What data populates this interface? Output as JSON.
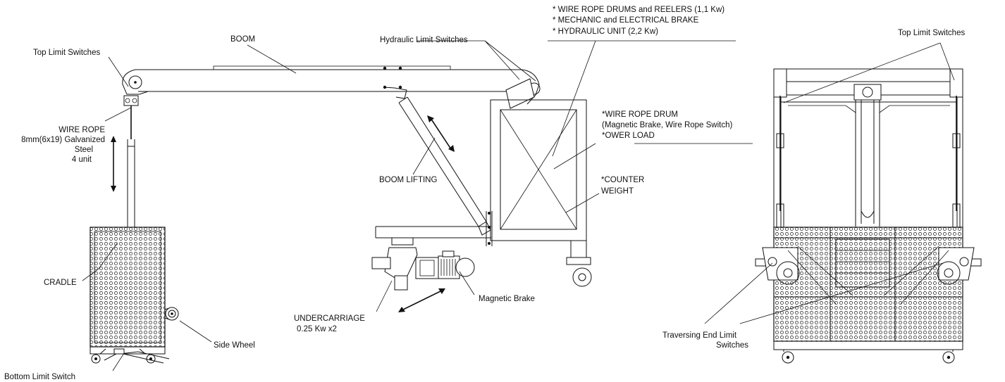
{
  "labels": {
    "boom": "BOOM",
    "top_limit_switches_left": "Top Limit Switches",
    "wire_rope_1": "WIRE ROPE",
    "wire_rope_2": "8mm(6x19) Galvanized",
    "wire_rope_3": "Steel",
    "wire_rope_4": "4 unit",
    "cradle": "CRADLE",
    "side_wheel": "Side Wheel",
    "bottom_limit_switch": "Bottom Limit Switch",
    "hydraulic_limit_switches": "Hydraulic Limit Switches",
    "boom_lifting": "BOOM LIFTING",
    "undercarriage_1": "UNDERCARRIAGE",
    "undercarriage_2": "0.25 Kw x2",
    "magnetic_brake": "Magnetic Brake",
    "spec_1": "* WIRE ROPE DRUMS and REELERS (1,1 Kw)",
    "spec_2": "* MECHANIC and ELECTRICAL BRAKE",
    "spec_3": "* HYDRAULIC UNIT (2,2 Kw)",
    "drum_1": "*WIRE ROPE DRUM",
    "drum_2": "(Magnetic Brake, Wire Rope Switch)",
    "drum_3": "*OWER LOAD",
    "counter_1": "*COUNTER",
    "counter_2": "WEIGHT",
    "top_limit_switches_right": "Top Limit Switches",
    "traversing_1": "Traversing End Limit",
    "traversing_2": "Switches"
  }
}
